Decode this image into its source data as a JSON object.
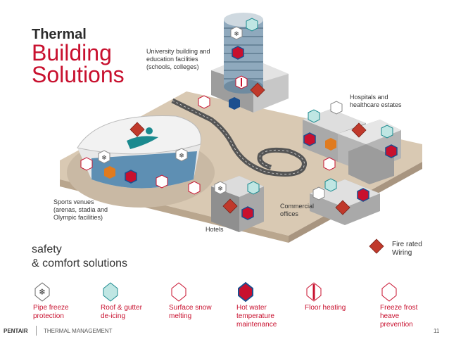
{
  "title": {
    "line1": "Thermal",
    "line2": "Building",
    "line3": "Solutions"
  },
  "labels": {
    "university": "University building and\neducation facilities\n(schools, colleges)",
    "hospitals": "Hospitals and\nhealthcare estates",
    "sports": "Sports venues\n(arenas, stadia and\nOlympic facilities)",
    "commercial": "Commercial\noffices",
    "hotels": "Hotels",
    "fire": "Fire rated\nWiring"
  },
  "safety": {
    "line1": "safety",
    "line2": "& comfort solutions"
  },
  "legend": [
    {
      "label": "Pipe freeze\nprotection",
      "icon": "snowflake-icon"
    },
    {
      "label": "Roof & gutter\nde-icing",
      "icon": "roof-deicing-icon"
    },
    {
      "label": "Surface snow\nmelting",
      "icon": "snow-melting-icon"
    },
    {
      "label": "Hot water\ntemperature\nmaintenance",
      "icon": "hot-water-icon"
    },
    {
      "label": "Floor heating",
      "icon": "floor-heating-icon"
    },
    {
      "label": "Freeze frost\nheave\nprevention",
      "icon": "frost-heave-icon"
    }
  ],
  "footer": {
    "brand": "PENTAIR",
    "section": "THERMAL MANAGEMENT",
    "page": "11"
  },
  "colors": {
    "accent": "#c8102e",
    "teal": "#1b8a8f",
    "diamond": "#c0392b",
    "ground": "#d9c9b3"
  }
}
